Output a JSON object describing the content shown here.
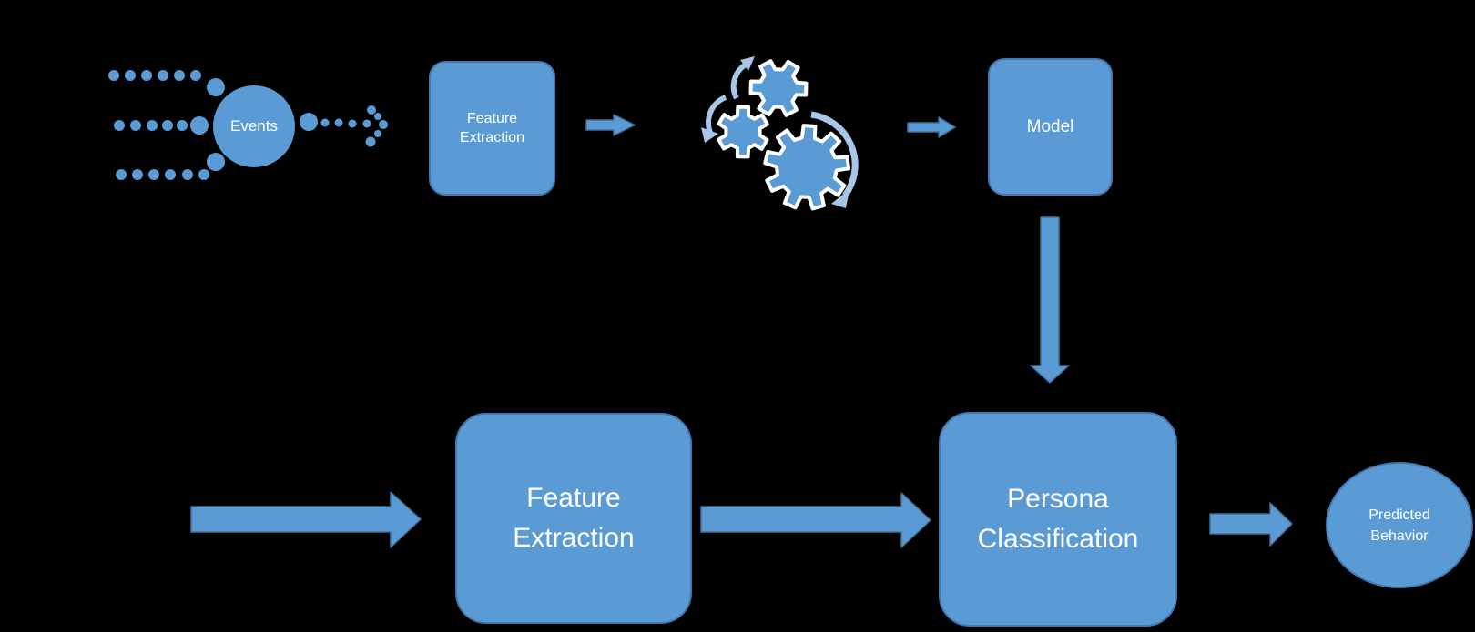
{
  "palette": {
    "background": "#000000",
    "shape_fill": "#5B9BD5",
    "shape_border": "#4377AD",
    "light_arrow": "#A9C5E8",
    "gear_outline": "#FFFFFF",
    "text": "#FFFFFF"
  },
  "nodes": {
    "events": {
      "label": "Events"
    },
    "feature_extraction_top": {
      "label": "Feature Extraction"
    },
    "model": {
      "label": "Model"
    },
    "feature_extraction_main": {
      "label": "Feature Extraction"
    },
    "persona_classification": {
      "label": "Persona Classification"
    },
    "predicted_behavior": {
      "label": "Predicted Behavior"
    }
  },
  "icons": {
    "gears": "gears-rotation-icon",
    "events_stream": "dotted-stream-arrow-icon"
  }
}
